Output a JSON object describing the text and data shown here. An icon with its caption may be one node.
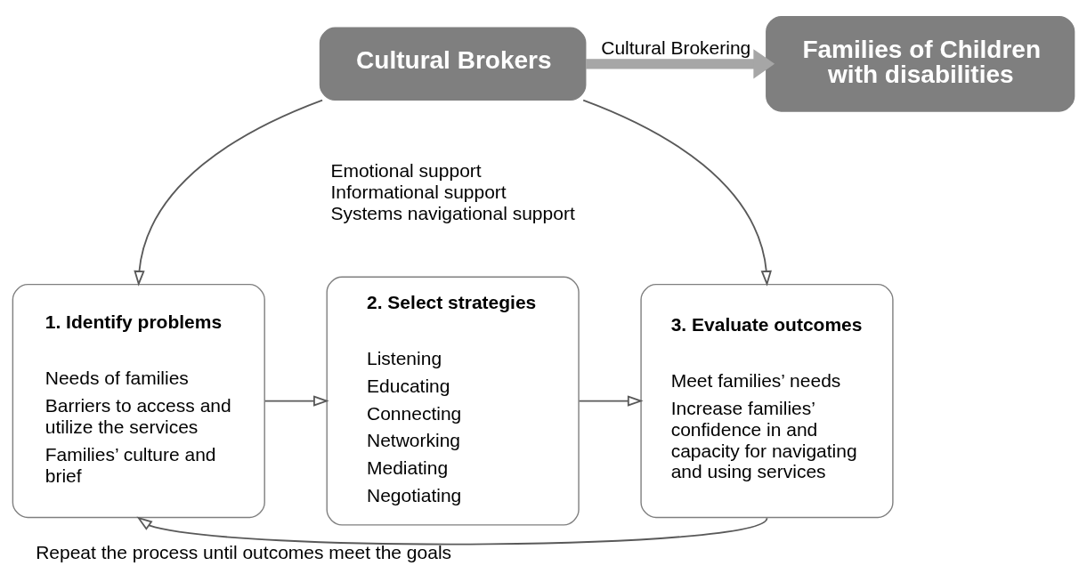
{
  "diagram": {
    "nodes": [
      {
        "text": [
          "Cultural Brokers"
        ]
      },
      {
        "text": [
          "Families of Children with disabilities"
        ]
      },
      {
        "text": [
          "1. Identify problems",
          "Needs of families",
          "Barriers to access and utilize the services",
          "Families’ culture and brief"
        ]
      },
      {
        "text": [
          "2. Select strategies",
          "Listening",
          "Educating",
          "Connecting",
          "Networking",
          "Mediating",
          "Negotiating"
        ]
      },
      {
        "text": [
          "3. Evaluate outcomes",
          "Meet families’ needs",
          "Increase families’ confidence in and capacity for navigating and using services"
        ]
      }
    ],
    "edges": [
      {
        "from": 0,
        "to": 1,
        "arrow": "to",
        "label": "Cultural Brokering",
        "style": "thick",
        "color": "#a6a6a6"
      },
      {
        "from": 0,
        "to": 2,
        "arrow": "to"
      },
      {
        "from": 0,
        "to": 4,
        "arrow": "to"
      },
      {
        "from": 2,
        "to": 3,
        "arrow": "to"
      },
      {
        "from": 3,
        "to": 4,
        "arrow": "to"
      },
      {
        "from": 4,
        "to": 2,
        "arrow": "to",
        "label": "Repeat the process until outcomes meet the goals"
      }
    ],
    "labels": [
      "Emotional support",
      "Informational support",
      "Systems navigational support"
    ]
  }
}
